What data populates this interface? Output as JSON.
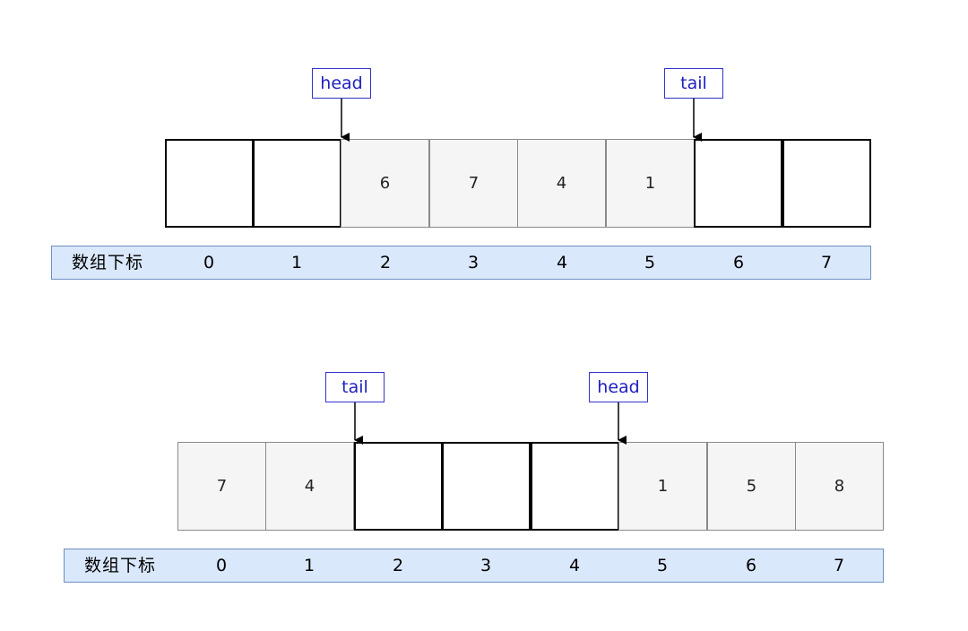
{
  "diagrams": [
    {
      "cells": [
        "",
        "",
        "6",
        "7",
        "4",
        "1",
        "",
        ""
      ],
      "filled": [
        false,
        false,
        true,
        true,
        true,
        true,
        false,
        false
      ],
      "index_title": "数组下标",
      "indices": [
        "0",
        "1",
        "2",
        "3",
        "4",
        "5",
        "6",
        "7"
      ],
      "pointers": [
        {
          "label": "head",
          "at_index": 2
        },
        {
          "label": "tail",
          "at_index": 6
        }
      ]
    },
    {
      "cells": [
        "7",
        "4",
        "",
        "",
        "",
        "1",
        "5",
        "8"
      ],
      "filled": [
        true,
        true,
        false,
        false,
        false,
        true,
        true,
        true
      ],
      "index_title": "数组下标",
      "indices": [
        "0",
        "1",
        "2",
        "3",
        "4",
        "5",
        "6",
        "7"
      ],
      "pointers": [
        {
          "label": "tail",
          "at_index": 2
        },
        {
          "label": "head",
          "at_index": 5
        }
      ]
    }
  ],
  "colors": {
    "pointer_text": "#2020c0",
    "pointer_border": "#3333cc",
    "index_bar_fill": "#dae8fc",
    "index_bar_border": "#6c8ebf",
    "filled_cell": "#f5f5f5"
  }
}
